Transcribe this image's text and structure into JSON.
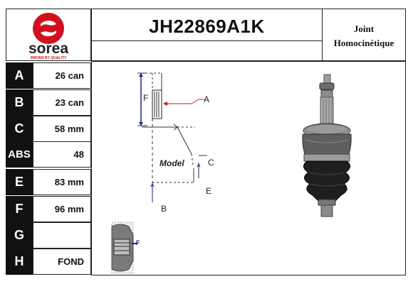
{
  "brand": {
    "name": "sorea",
    "tagline": "DRIVEN BY QUALITY",
    "logo_color": "#d0101f"
  },
  "product": {
    "code": "JH22869A1K",
    "type_line1": "Joint",
    "type_line2": "Homocinétique"
  },
  "specs": [
    {
      "label": "A",
      "value": "26 can"
    },
    {
      "label": "B",
      "value": "23 can"
    },
    {
      "label": "C",
      "value": "58 mm"
    },
    {
      "label": "ABS",
      "value": "48"
    },
    {
      "label": "E",
      "value": "83 mm"
    },
    {
      "label": "F",
      "value": "96 mm"
    },
    {
      "label": "G",
      "value": ""
    },
    {
      "label": "H",
      "value": "FOND"
    }
  ],
  "diagram": {
    "label_a": "A",
    "label_b": "B",
    "label_c": "C",
    "label_e": "E",
    "label_f": "F",
    "model_text": "Model",
    "thumb_label": "F"
  }
}
